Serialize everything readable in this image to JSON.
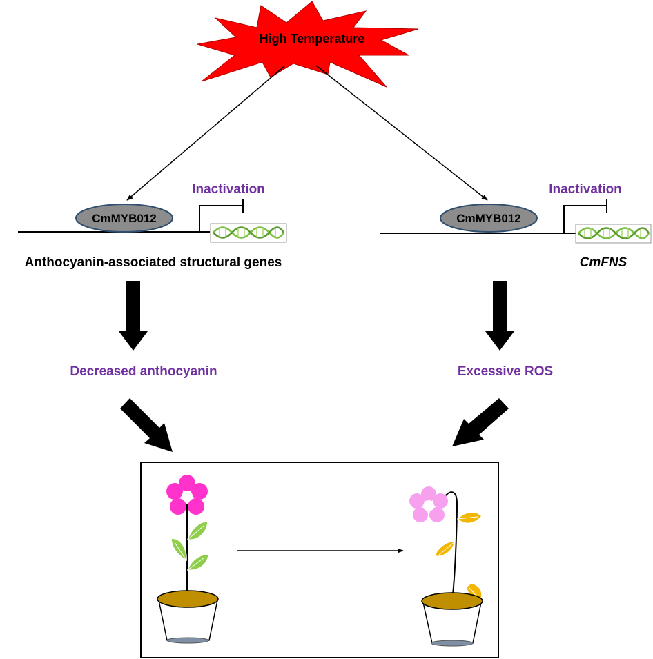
{
  "stimulus": {
    "label": "High Temperature",
    "color": "#ff0000"
  },
  "left_branch": {
    "tf_label": "CmMYB012",
    "effect_label": "Inactivation",
    "target_label": "Anthocyanin-associated structural genes",
    "outcome_label": "Decreased anthocyanin"
  },
  "right_branch": {
    "tf_label": "CmMYB012",
    "effect_label": "Inactivation",
    "target_label": "CmFNS",
    "outcome_label": "Excessive ROS"
  },
  "colors": {
    "outcome_text": "#7030a0",
    "tf_fill": "#8c8c8c",
    "tf_outline": "#2f4f6f",
    "dna": "#7ac143",
    "healthy_petal": "#ff33cc",
    "wilted_petal": "#f7a1ee",
    "healthy_leaf": "#8fce4a",
    "wilted_leaf": "#f2b705",
    "pot_rim": "#bf8f00",
    "pot_base": "#7f8fa6"
  }
}
